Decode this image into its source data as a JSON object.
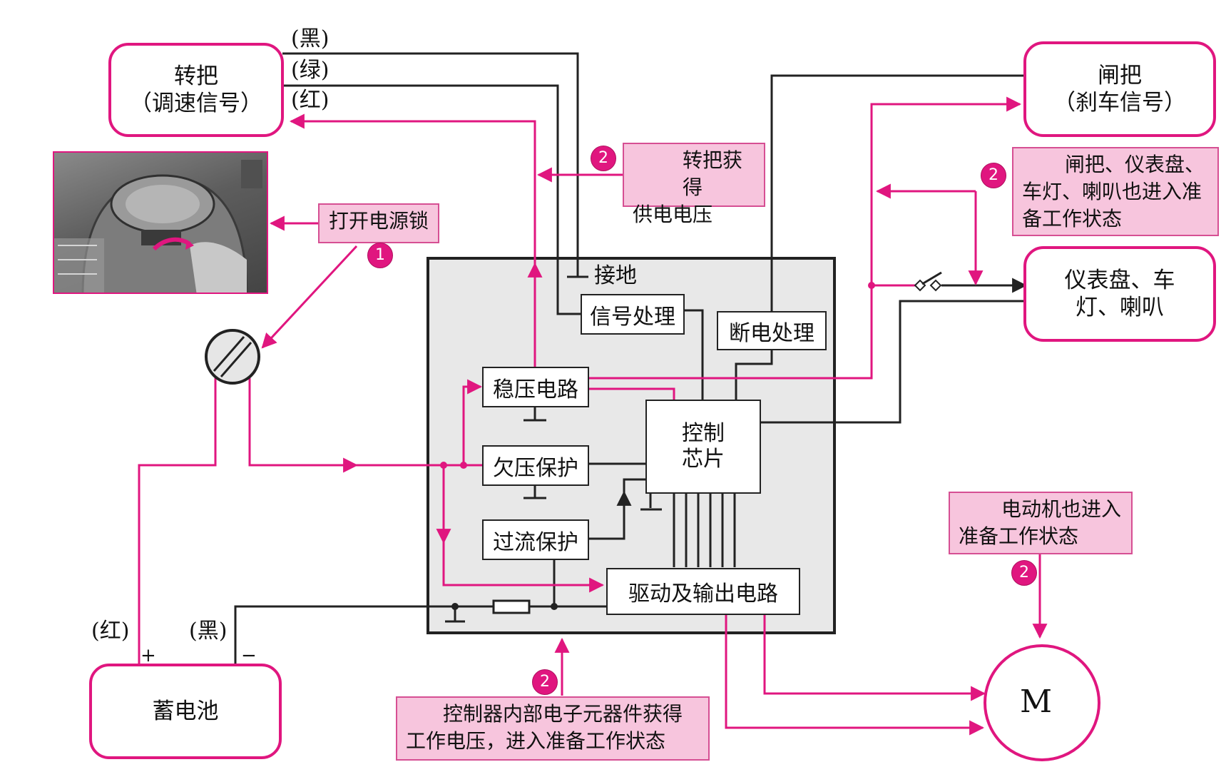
{
  "colors": {
    "magenta": "#e0167f",
    "wire": "#222222",
    "note_fill": "#f7c5dd",
    "controller_fill": "#e8e8e8"
  },
  "throttle": {
    "title": "转把",
    "subtitle": "（调速信号）"
  },
  "wire_labels": {
    "black_top": "(黑)",
    "green": "(绿)",
    "red_top": "(红)",
    "red_battery": "(红)",
    "black_battery": "(黑)"
  },
  "brake": {
    "title": "闸把",
    "subtitle": "（刹车信号）"
  },
  "dashboard": {
    "line1": "仪表盘、车",
    "line2": "灯、喇叭"
  },
  "battery": {
    "label": "蓄电池",
    "plus": "+",
    "minus": "−"
  },
  "motor": {
    "label": "M"
  },
  "controller": {
    "ground": "接地",
    "signal_processing": "信号处理",
    "cutoff_processing": "断电处理",
    "voltage_regulator": "稳压电路",
    "chip_line1": "控制",
    "chip_line2": "芯片",
    "undervoltage": "欠压保护",
    "overcurrent": "过流保护",
    "driver_output": "驱动及输出电路"
  },
  "notes": {
    "open_lock": "打开电源锁",
    "throttle_power_line1": "转把获得",
    "throttle_power_line2": "供电电压",
    "brake_dash_line1": "闸把、仪表盘、",
    "brake_dash_line2": "车灯、喇叭也进入准",
    "brake_dash_line3": "备工作状态",
    "motor_ready_line1": "电动机也进入",
    "motor_ready_line2": "准备工作状态",
    "controller_ready_line1": "控制器内部电子元器件获得",
    "controller_ready_line2": "工作电压，进入准备工作状态"
  },
  "badges": {
    "step1": "1",
    "step2": "2"
  },
  "icons": {
    "key_switch": "key-switch-icon",
    "scooter_photo": "dashboard-photo-icon",
    "toggle_switch": "switch-icon",
    "resistor": "resistor-icon",
    "ground": "ground-icon"
  }
}
